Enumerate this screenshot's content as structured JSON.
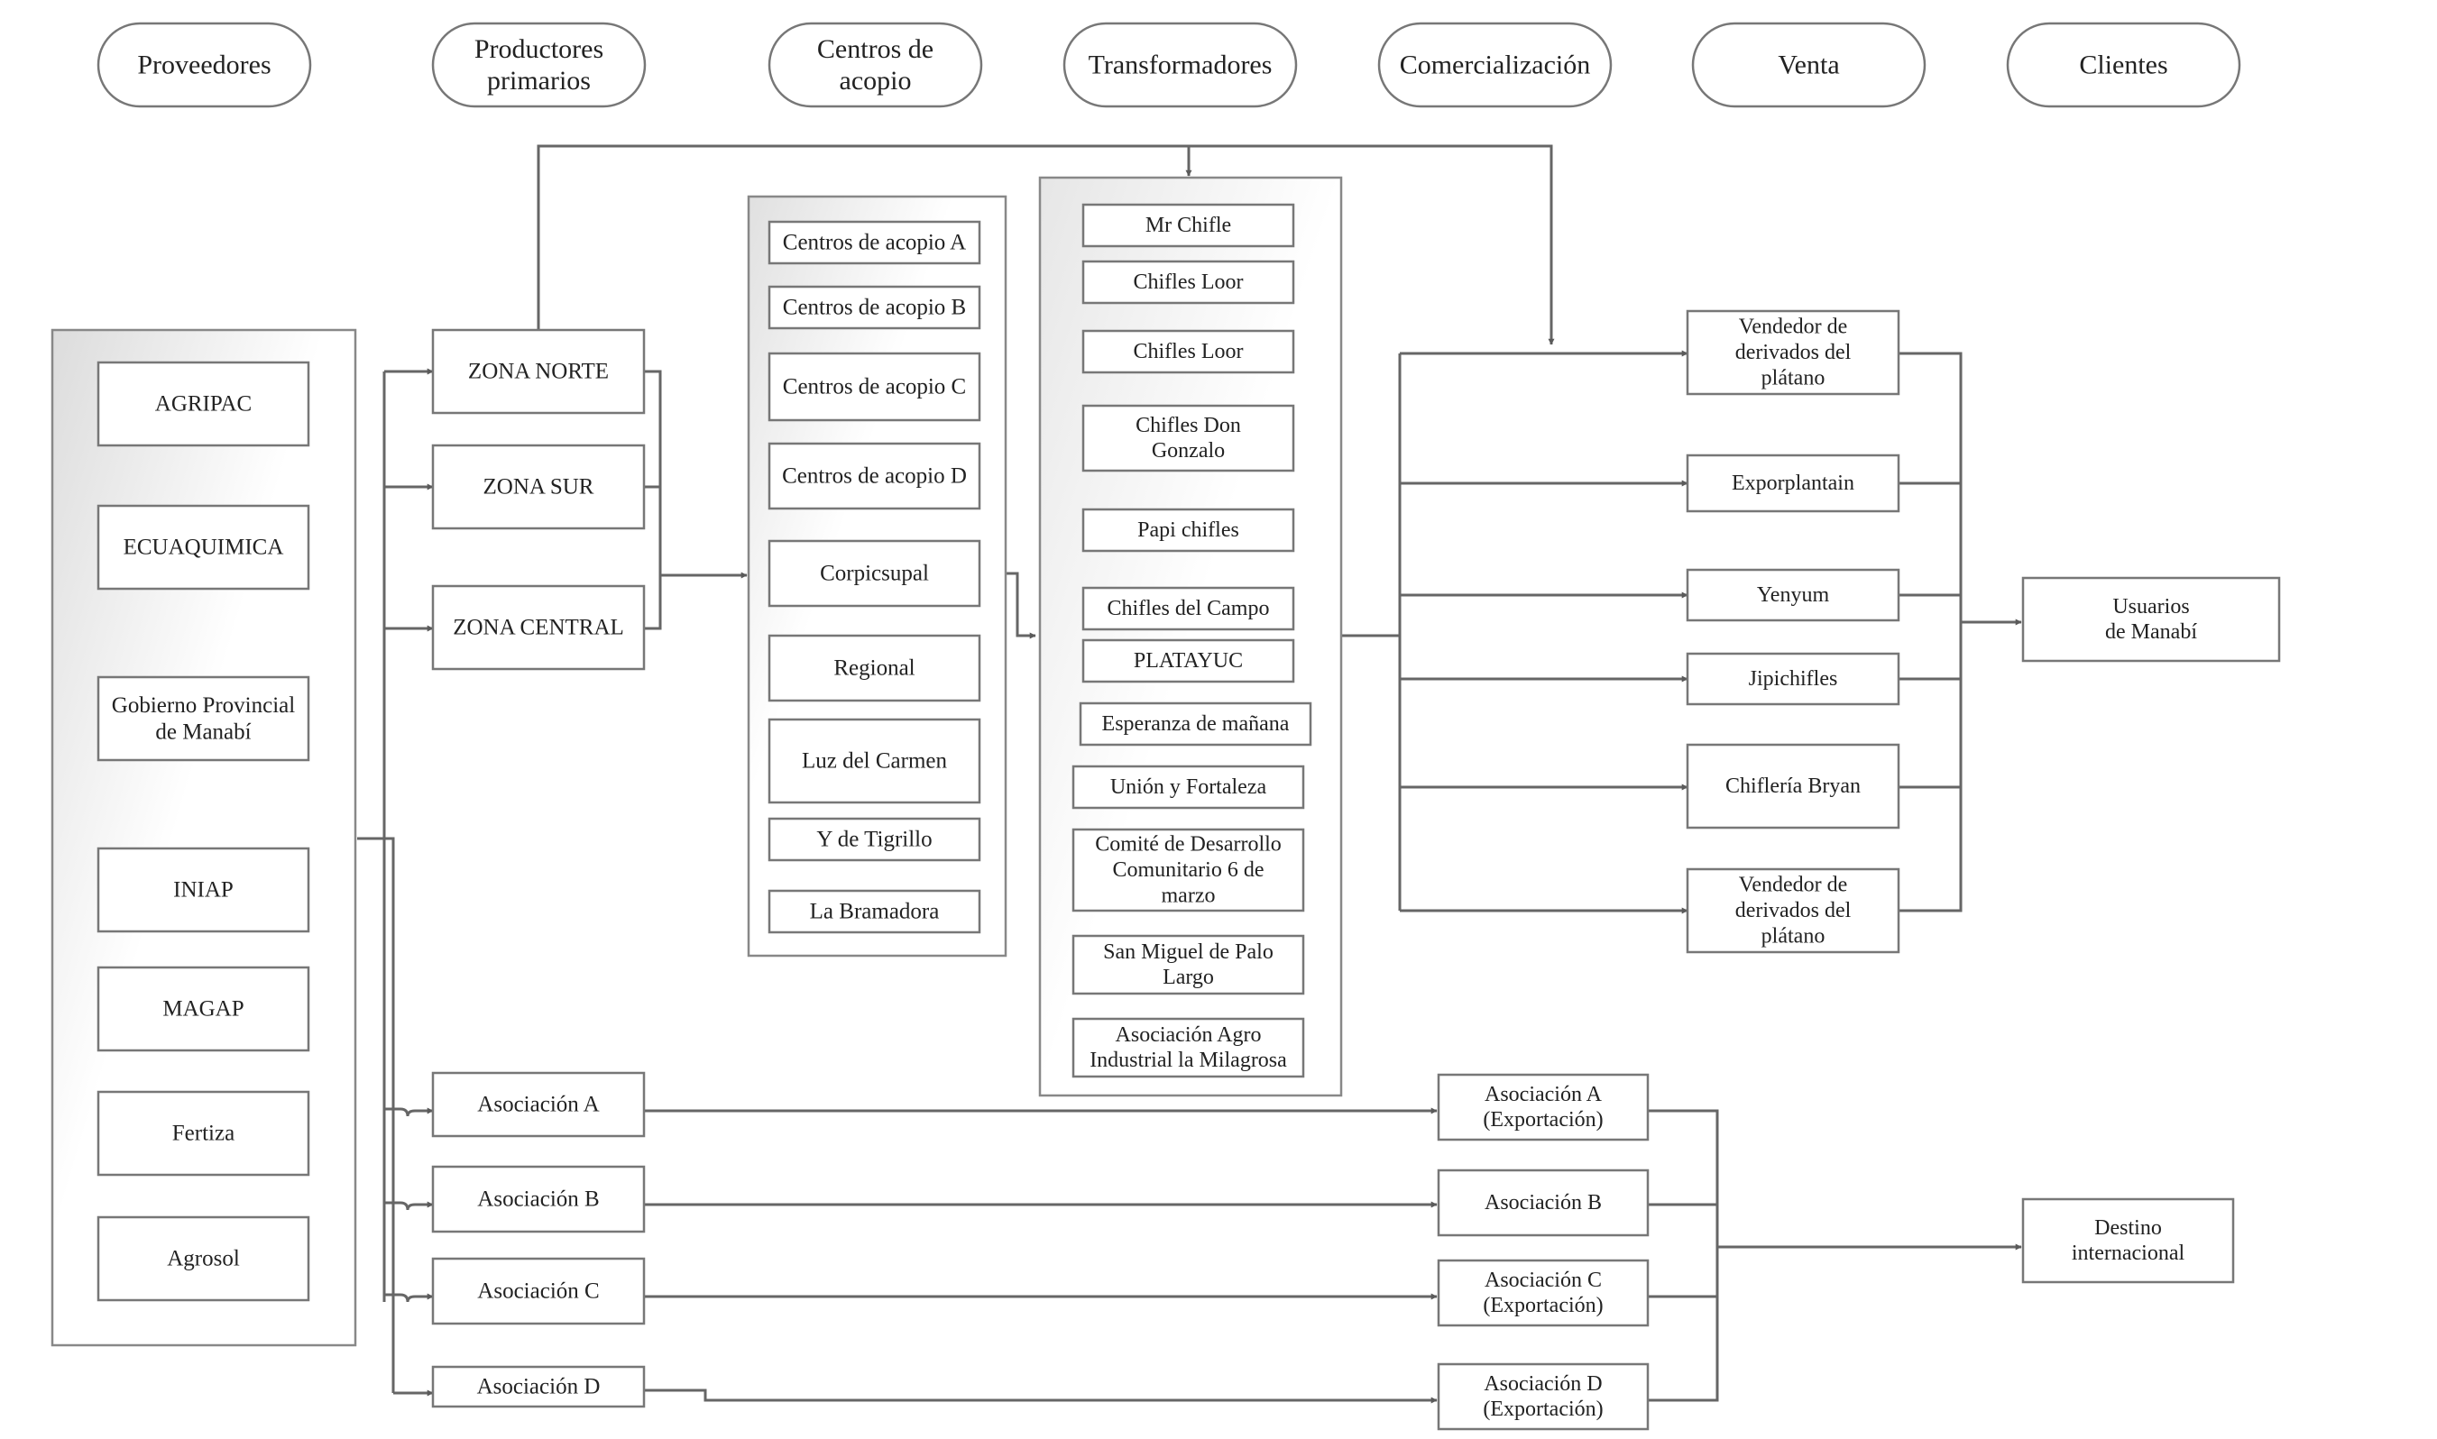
{
  "headers": {
    "proveedores": "Proveedores",
    "productores": [
      "Productores",
      "primarios"
    ],
    "centros": [
      "Centros de",
      "acopio"
    ],
    "transformadores": "Transformadores",
    "comercializacion": "Comercialización",
    "venta": "Venta",
    "clientes": "Clientes"
  },
  "proveedores": [
    [
      "AGRIPAC"
    ],
    [
      "ECUAQUIMICA"
    ],
    [
      "Gobierno Provincial",
      "de Manabí"
    ],
    [
      "INIAP"
    ],
    [
      "MAGAP"
    ],
    [
      "Fertiza"
    ],
    [
      "Agrosol"
    ]
  ],
  "zonas": [
    "ZONA NORTE",
    "ZONA SUR",
    "ZONA CENTRAL"
  ],
  "centros_acopio": [
    "Centros de acopio A",
    "Centros de acopio B",
    "Centros de acopio C",
    "Centros de acopio D",
    "Corpicsupal",
    "Regional",
    "Luz del Carmen",
    "Y de Tigrillo",
    "La Bramadora"
  ],
  "transformadores": [
    [
      "Mr Chifle"
    ],
    [
      "Chifles Loor"
    ],
    [
      "Chifles Loor"
    ],
    [
      "Chifles Don",
      "Gonzalo"
    ],
    [
      "Papi chifles"
    ],
    [
      "Chifles del Campo"
    ],
    [
      "PLATAYUC"
    ],
    [
      "Esperanza  de mañana"
    ],
    [
      "Unión y Fortaleza"
    ],
    [
      "Comité de Desarrollo",
      "Comunitario 6 de",
      "marzo"
    ],
    [
      "San Miguel de Palo",
      "Largo"
    ],
    [
      "Asociación Agro",
      "Industrial la Milagrosa"
    ]
  ],
  "venta": [
    [
      "Vendedor de",
      "derivados del",
      "plátano"
    ],
    [
      "Exporplantain"
    ],
    [
      "Yenyum"
    ],
    [
      "Jipichifles"
    ],
    [
      "Chiflería Bryan"
    ],
    [
      "Vendedor de",
      "derivados del",
      "plátano"
    ]
  ],
  "clientes_local": [
    "Usuarios",
    "de Manabí"
  ],
  "asociaciones": [
    "Asociación A",
    "Asociación B",
    "Asociación C",
    "Asociación D"
  ],
  "exportacion": [
    [
      "Asociación A",
      "(Exportación)"
    ],
    [
      "Asociación B"
    ],
    [
      "Asociación C",
      "(Exportación)"
    ],
    [
      "Asociación D",
      "(Exportación)"
    ]
  ],
  "destino": [
    "Destino",
    "internacional"
  ]
}
